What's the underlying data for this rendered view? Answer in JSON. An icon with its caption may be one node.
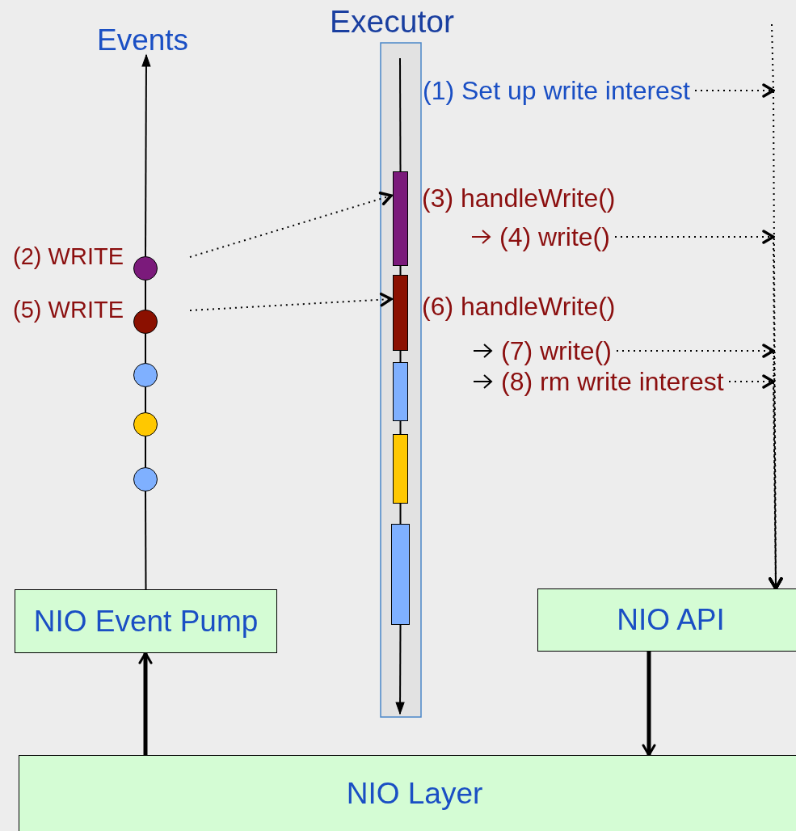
{
  "diagram": {
    "nodes": [
      {
        "text": [
          "Events"
        ]
      },
      {
        "text": [],
        "shape": "circle",
        "beside": [
          "(2) WRITE"
        ]
      },
      {
        "text": [],
        "shape": "circle",
        "beside": [
          "(5) WRITE"
        ]
      },
      {
        "text": [],
        "shape": "circle"
      },
      {
        "text": [],
        "shape": "circle"
      },
      {
        "text": [],
        "shape": "circle"
      },
      {
        "text": [
          "Executor"
        ]
      },
      {
        "text": [],
        "shape": "bar",
        "in": 6,
        "beside": [
          "(3) handleWrite()"
        ]
      },
      {
        "text": [],
        "shape": "bar",
        "in": 6,
        "beside": [
          "(6) handleWrite()"
        ]
      },
      {
        "text": [],
        "shape": "bar",
        "in": 6
      },
      {
        "text": [],
        "shape": "bar",
        "in": 6
      },
      {
        "text": [],
        "shape": "bar",
        "in": 6
      },
      {
        "text": [
          "NIO Event Pump"
        ]
      },
      {
        "text": [
          "NIO API"
        ]
      },
      {
        "text": [
          "NIO Layer"
        ]
      },
      {
        "text": [
          "(1) Set up write interest"
        ]
      },
      {
        "text": [
          "(4) write()"
        ]
      },
      {
        "text": [
          "(7) write()"
        ]
      },
      {
        "text": [
          "(8) rm write interest"
        ]
      }
    ],
    "edges": [
      {
        "from": 12,
        "to": 5,
        "arrow": "none"
      },
      {
        "from": 5,
        "to": 4,
        "arrow": "none"
      },
      {
        "from": 4,
        "to": 3,
        "arrow": "none"
      },
      {
        "from": 3,
        "to": 2,
        "arrow": "none"
      },
      {
        "from": 2,
        "to": 1,
        "arrow": "none"
      },
      {
        "from": 1,
        "to": 0,
        "arrow": "to"
      },
      {
        "from": null,
        "to": 7,
        "arrow": "none"
      },
      {
        "from": 7,
        "to": 8,
        "arrow": "none"
      },
      {
        "from": 8,
        "to": 9,
        "arrow": "none"
      },
      {
        "from": 9,
        "to": 10,
        "arrow": "none"
      },
      {
        "from": 10,
        "to": 11,
        "arrow": "none"
      },
      {
        "from": 11,
        "to": null,
        "arrow": "to"
      },
      {
        "from": 1,
        "to": 7,
        "arrow": "to",
        "style": "dashed"
      },
      {
        "from": 2,
        "to": 8,
        "arrow": "to",
        "style": "dashed"
      },
      {
        "from": 15,
        "to": 13,
        "arrow": "to",
        "style": "dashed"
      },
      {
        "from": 16,
        "to": 13,
        "arrow": "to",
        "style": "dashed"
      },
      {
        "from": 17,
        "to": 13,
        "arrow": "to",
        "style": "dashed"
      },
      {
        "from": 18,
        "to": 13,
        "arrow": "to",
        "style": "dashed"
      },
      {
        "from": 14,
        "to": 12,
        "arrow": "to",
        "style": "thick"
      },
      {
        "from": 13,
        "to": 14,
        "arrow": "to",
        "style": "thick"
      }
    ]
  }
}
